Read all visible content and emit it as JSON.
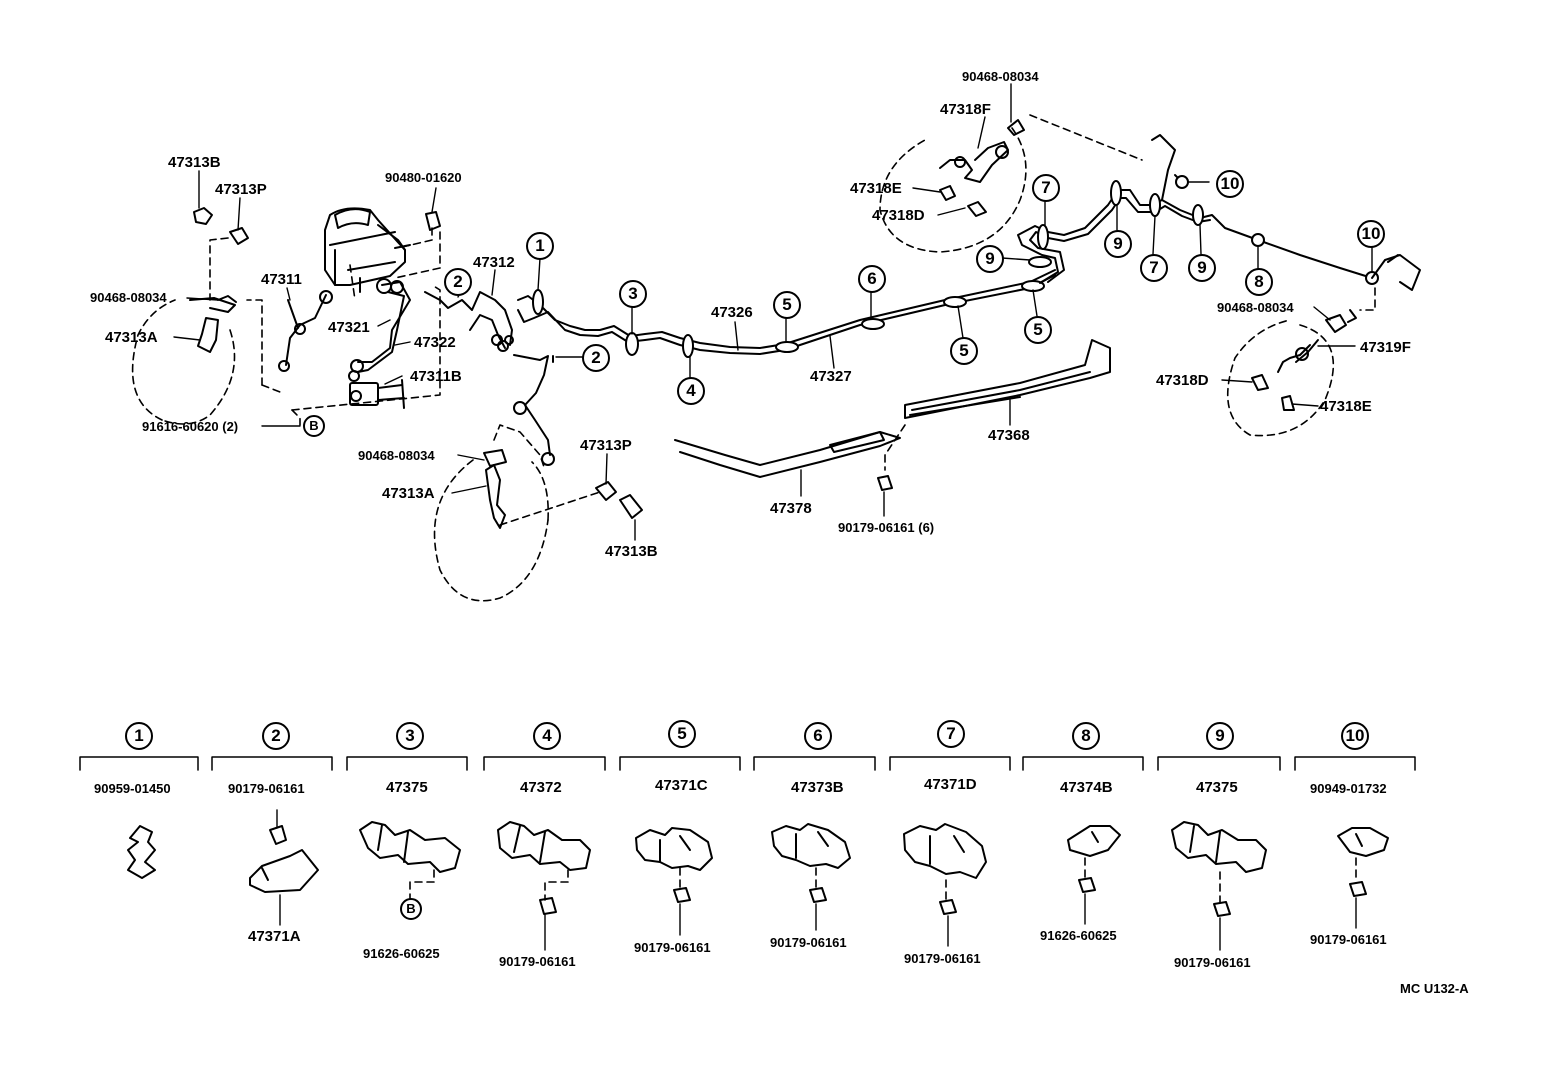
{
  "parts": {
    "p47313B_a": "47313B",
    "p47313P_a": "47313P",
    "p90468_a": "90468-08034",
    "p47313A_a": "47313A",
    "p47311": "47311",
    "p90480": "90480-01620",
    "p47321": "47321",
    "p47322": "47322",
    "p47311B": "47311B",
    "p91616": "91616-60620 (2)",
    "p47312": "47312",
    "p90468_b": "90468-08034",
    "p47313A_b": "47313A",
    "p47313P_b": "47313P",
    "p47313B_b": "47313B",
    "p47326": "47326",
    "p47327": "47327",
    "p47368": "47368",
    "p47378": "47378",
    "p90179_6": "90179-06161 (6)",
    "p90468_c": "90468-08034",
    "p47318F_a": "47318F",
    "p47318E_a": "47318E",
    "p47318D_a": "47318D",
    "p90468_d": "90468-08034",
    "p47319F": "47319F",
    "p47318D_b": "47318D",
    "p47318E_b": "47318E",
    "ref_code": "MC  U132-A"
  },
  "callouts": {
    "b": "B",
    "n1": "1",
    "n2": "2",
    "n3": "3",
    "n4": "4",
    "n5": "5",
    "n6": "6",
    "n7": "7",
    "n8": "8",
    "n9": "9",
    "n10": "10"
  },
  "legend": [
    {
      "num": "1",
      "top": "90959-01450",
      "bottom": ""
    },
    {
      "num": "2",
      "top": "90179-06161",
      "bottom": "47371A"
    },
    {
      "num": "3",
      "top": "47375",
      "bottom": "91626-60625"
    },
    {
      "num": "4",
      "top": "47372",
      "bottom": "90179-06161"
    },
    {
      "num": "5",
      "top": "47371C",
      "bottom": "90179-06161"
    },
    {
      "num": "6",
      "top": "47373B",
      "bottom": "90179-06161"
    },
    {
      "num": "7",
      "top": "47371D",
      "bottom": "90179-06161"
    },
    {
      "num": "8",
      "top": "47374B",
      "bottom": "91626-60625"
    },
    {
      "num": "9",
      "top": "47375",
      "bottom": "90179-06161"
    },
    {
      "num": "10",
      "top": "90949-01732",
      "bottom": "90179-06161"
    }
  ]
}
